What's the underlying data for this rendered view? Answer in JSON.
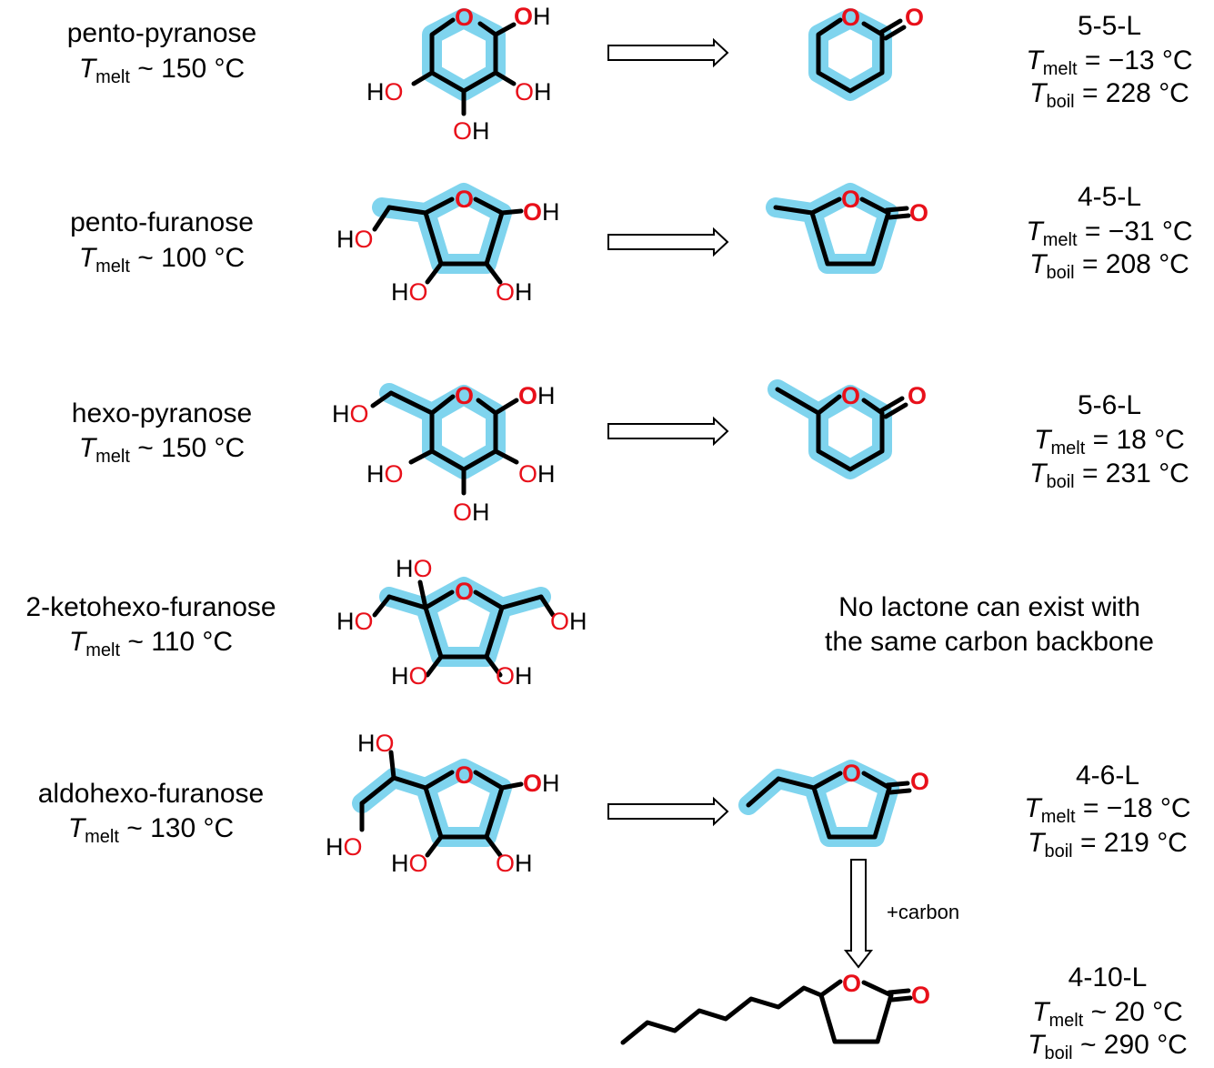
{
  "rows": [
    {
      "name": "pento-pyranose",
      "melt_symbol": "T",
      "melt_sub": "melt",
      "melt_value": " ~ 150 °C",
      "product": {
        "code": "5-5-L",
        "melt_rel": " = −13 °C",
        "boil_rel": " = 228 °C"
      }
    },
    {
      "name": "pento-furanose",
      "melt_symbol": "T",
      "melt_sub": "melt",
      "melt_value": " ~ 100 °C",
      "product": {
        "code": "4-5-L",
        "melt_rel": " = −31 °C",
        "boil_rel": " = 208 °C"
      }
    },
    {
      "name": "hexo-pyranose",
      "melt_symbol": "T",
      "melt_sub": "melt",
      "melt_value": " ~ 150 °C",
      "product": {
        "code": "5-6-L",
        "melt_rel": " = 18 °C",
        "boil_rel": " = 231 °C"
      }
    },
    {
      "name": "2-ketohexo-furanose",
      "melt_symbol": "T",
      "melt_sub": "melt",
      "melt_value": " ~ 110 °C",
      "no_lactone": [
        "No lactone can exist with",
        "the same carbon backbone"
      ]
    },
    {
      "name": "aldohexo-furanose",
      "melt_symbol": "T",
      "melt_sub": "melt",
      "melt_value": " ~ 130 °C",
      "product": {
        "code": "4-6-L",
        "melt_rel": " = −18 °C",
        "boil_rel": " = 219 °C"
      }
    }
  ],
  "extension": {
    "step_label": "+carbon",
    "product": {
      "code": "4-10-L",
      "melt_rel": " ~ 20 °C",
      "boil_rel": " ~ 290 °C"
    }
  },
  "symbols": {
    "T": "T",
    "melt": "melt",
    "boil": "boil"
  },
  "atoms": {
    "O": "O",
    "OH": "OH",
    "HO": "HO",
    "H": "H"
  },
  "colors": {
    "highlight": "#7fd4ee",
    "oxygen": "#e8101a",
    "bond": "#000000"
  }
}
